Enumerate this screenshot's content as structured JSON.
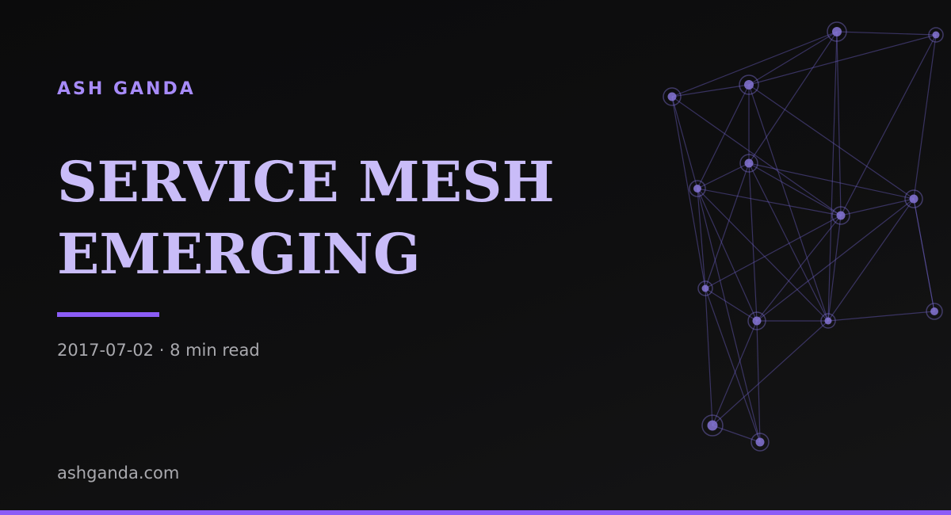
{
  "header": {
    "author": "ASH GANDA"
  },
  "article": {
    "title_line1": "SERVICE MESH",
    "title_line2": "EMERGING",
    "meta": "2017-07-02 · 8 min read"
  },
  "footer": {
    "site": "ashganda.com"
  },
  "colors": {
    "accent": "#8b5cf6",
    "author_text": "#a78bfa",
    "title_text": "#c9bcf8",
    "muted_text": "#a9a9ae",
    "background": "#0f0f10"
  }
}
